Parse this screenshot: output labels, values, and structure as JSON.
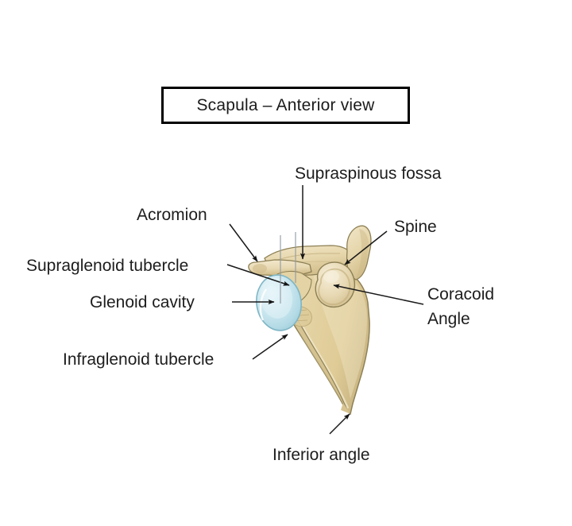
{
  "figure": {
    "title": "Scapula – Anterior view",
    "subject": "scapula-anterior-view",
    "labels": {
      "acromion": "Acromion",
      "supraglenoid_tubercle": "Supraglenoid tubercle",
      "glenoid_cavity": "Glenoid cavity",
      "infraglenoid_tubercle": "Infraglenoid tubercle",
      "supraspinous_fossa": "Supraspinous fossa",
      "spine": "Spine",
      "coracoid": "Coracoid",
      "angle": "Angle",
      "inferior_angle": "Inferior angle"
    },
    "colors": {
      "background": "#ffffff",
      "text": "#1d1d1d",
      "title_border": "#000000",
      "bone_fill": "#e6d5a8",
      "bone_fill_light": "#f0e4c4",
      "bone_shadow": "#cbb887",
      "bone_outline": "#8d8055",
      "glenoid_fill": "#bcdfe8",
      "glenoid_highlight": "#e4f2f6",
      "glenoid_outline": "#7fb6c6",
      "leader_line": "#1a1a1a",
      "leader_line_grey": "#8f99a0"
    }
  }
}
